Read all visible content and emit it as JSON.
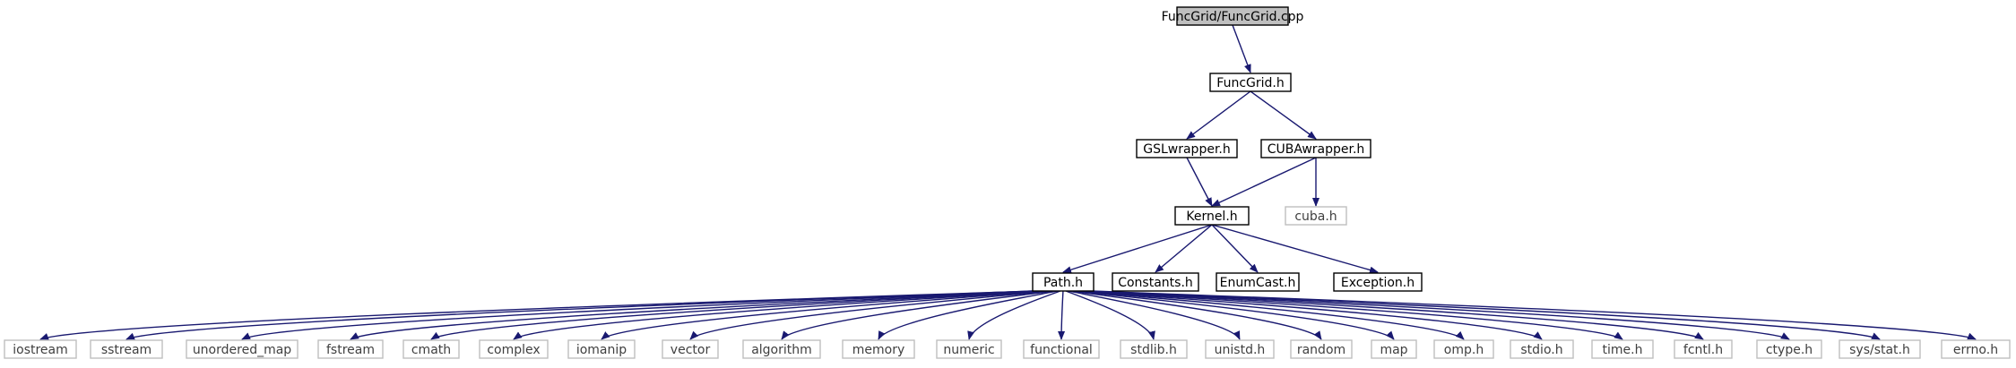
{
  "graph": {
    "root": "FuncGrid/FuncGrid.cpp",
    "nodes": [
      {
        "id": "funcgrid_cpp",
        "label": "FuncGrid/FuncGrid.cpp",
        "kind": "root"
      },
      {
        "id": "funcgrid_h",
        "label": "FuncGrid.h",
        "kind": "internal"
      },
      {
        "id": "gslwrapper_h",
        "label": "GSLwrapper.h",
        "kind": "internal"
      },
      {
        "id": "cubawrapper_h",
        "label": "CUBAwrapper.h",
        "kind": "internal"
      },
      {
        "id": "kernel_h",
        "label": "Kernel.h",
        "kind": "internal"
      },
      {
        "id": "cuba_h",
        "label": "cuba.h",
        "kind": "external"
      },
      {
        "id": "path_h",
        "label": "Path.h",
        "kind": "internal"
      },
      {
        "id": "constants_h",
        "label": "Constants.h",
        "kind": "internal"
      },
      {
        "id": "enumcast_h",
        "label": "EnumCast.h",
        "kind": "internal"
      },
      {
        "id": "exception_h",
        "label": "Exception.h",
        "kind": "internal"
      },
      {
        "id": "iostream",
        "label": "iostream",
        "kind": "external"
      },
      {
        "id": "sstream",
        "label": "sstream",
        "kind": "external"
      },
      {
        "id": "unordered_map",
        "label": "unordered_map",
        "kind": "external"
      },
      {
        "id": "fstream",
        "label": "fstream",
        "kind": "external"
      },
      {
        "id": "cmath",
        "label": "cmath",
        "kind": "external"
      },
      {
        "id": "complex",
        "label": "complex",
        "kind": "external"
      },
      {
        "id": "iomanip",
        "label": "iomanip",
        "kind": "external"
      },
      {
        "id": "vector",
        "label": "vector",
        "kind": "external"
      },
      {
        "id": "algorithm",
        "label": "algorithm",
        "kind": "external"
      },
      {
        "id": "memory",
        "label": "memory",
        "kind": "external"
      },
      {
        "id": "numeric",
        "label": "numeric",
        "kind": "external"
      },
      {
        "id": "functional",
        "label": "functional",
        "kind": "external"
      },
      {
        "id": "stdlib_h",
        "label": "stdlib.h",
        "kind": "external"
      },
      {
        "id": "unistd_h",
        "label": "unistd.h",
        "kind": "external"
      },
      {
        "id": "random",
        "label": "random",
        "kind": "external"
      },
      {
        "id": "map",
        "label": "map",
        "kind": "external"
      },
      {
        "id": "omp_h",
        "label": "omp.h",
        "kind": "external"
      },
      {
        "id": "stdio_h",
        "label": "stdio.h",
        "kind": "external"
      },
      {
        "id": "time_h",
        "label": "time.h",
        "kind": "external"
      },
      {
        "id": "fcntl_h",
        "label": "fcntl.h",
        "kind": "external"
      },
      {
        "id": "ctype_h",
        "label": "ctype.h",
        "kind": "external"
      },
      {
        "id": "sys_stat_h",
        "label": "sys/stat.h",
        "kind": "external"
      },
      {
        "id": "errno_h",
        "label": "errno.h",
        "kind": "external"
      }
    ],
    "edges": [
      {
        "from": "funcgrid_cpp",
        "to": "funcgrid_h"
      },
      {
        "from": "funcgrid_h",
        "to": "gslwrapper_h"
      },
      {
        "from": "funcgrid_h",
        "to": "cubawrapper_h"
      },
      {
        "from": "gslwrapper_h",
        "to": "kernel_h"
      },
      {
        "from": "cubawrapper_h",
        "to": "kernel_h"
      },
      {
        "from": "cubawrapper_h",
        "to": "cuba_h"
      },
      {
        "from": "kernel_h",
        "to": "path_h"
      },
      {
        "from": "kernel_h",
        "to": "constants_h"
      },
      {
        "from": "kernel_h",
        "to": "enumcast_h"
      },
      {
        "from": "kernel_h",
        "to": "exception_h"
      },
      {
        "from": "path_h",
        "to": "iostream"
      },
      {
        "from": "path_h",
        "to": "sstream"
      },
      {
        "from": "path_h",
        "to": "unordered_map"
      },
      {
        "from": "path_h",
        "to": "fstream"
      },
      {
        "from": "path_h",
        "to": "cmath"
      },
      {
        "from": "path_h",
        "to": "complex"
      },
      {
        "from": "path_h",
        "to": "iomanip"
      },
      {
        "from": "path_h",
        "to": "vector"
      },
      {
        "from": "path_h",
        "to": "algorithm"
      },
      {
        "from": "path_h",
        "to": "memory"
      },
      {
        "from": "path_h",
        "to": "numeric"
      },
      {
        "from": "path_h",
        "to": "functional"
      },
      {
        "from": "path_h",
        "to": "stdlib_h"
      },
      {
        "from": "path_h",
        "to": "unistd_h"
      },
      {
        "from": "path_h",
        "to": "random"
      },
      {
        "from": "path_h",
        "to": "map"
      },
      {
        "from": "path_h",
        "to": "omp_h"
      },
      {
        "from": "path_h",
        "to": "stdio_h"
      },
      {
        "from": "path_h",
        "to": "time_h"
      },
      {
        "from": "path_h",
        "to": "fcntl_h"
      },
      {
        "from": "path_h",
        "to": "ctype_h"
      },
      {
        "from": "path_h",
        "to": "sys_stat_h"
      },
      {
        "from": "path_h",
        "to": "errno_h"
      }
    ]
  },
  "colors": {
    "edge": "#191970",
    "root_fill": "#bfbfbf",
    "internal_border": "#000000",
    "external_border": "#bfbfbf",
    "external_text": "#3f3f3f",
    "background": "#ffffff"
  }
}
